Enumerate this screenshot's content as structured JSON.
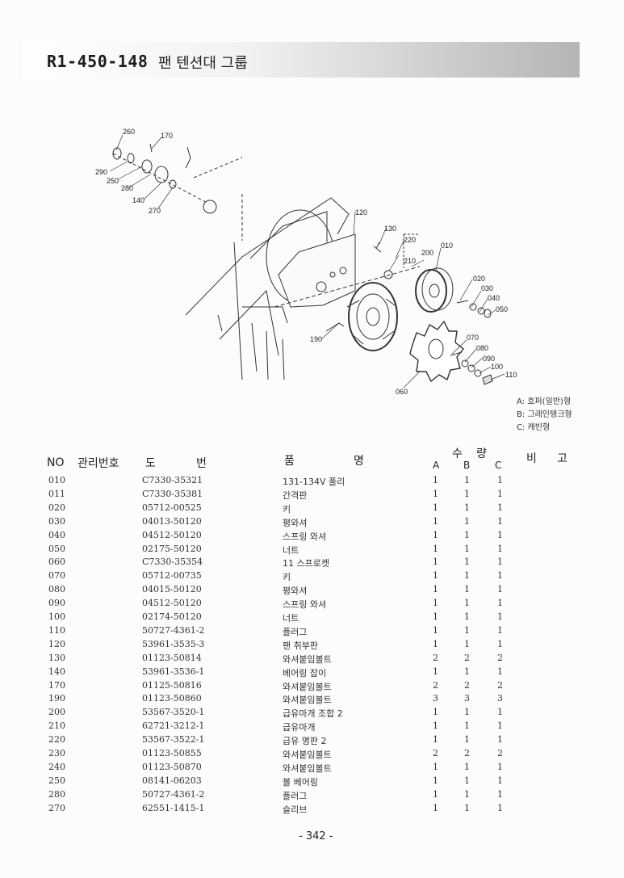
{
  "header": {
    "code": "R1-450-148",
    "title": "팬 텐션대 그룹"
  },
  "diagram": {
    "callouts": [
      "260",
      "170",
      "290",
      "250",
      "280",
      "140",
      "270",
      "120",
      "130",
      "220",
      "200",
      "010",
      "210",
      "020",
      "030",
      "040",
      "050",
      "190",
      "070",
      "080",
      "090",
      "100",
      "110",
      "060"
    ]
  },
  "legend": {
    "a": "A: 호퍼(일반)형",
    "b": "B: 그레인탱크형",
    "c": "C: 캐빈형"
  },
  "table": {
    "headers": {
      "no": "NO",
      "mgmt": "관리번호",
      "drawing_1": "도",
      "drawing_2": "번",
      "name_1": "품",
      "name_2": "명",
      "qty_1": "수",
      "qty_2": "량",
      "qa": "A",
      "qb": "B",
      "qc": "C",
      "remarks_1": "비",
      "remarks_2": "고"
    },
    "rows": [
      {
        "no": "010",
        "drawing": "C7330-35321",
        "name": "131-134V 풀리",
        "a": "1",
        "b": "1",
        "c": "1"
      },
      {
        "no": "011",
        "drawing": "C7330-35381",
        "name": "간격판",
        "a": "1",
        "b": "1",
        "c": "1"
      },
      {
        "no": "020",
        "drawing": "05712-00525",
        "name": "키",
        "a": "1",
        "b": "1",
        "c": "1"
      },
      {
        "no": "030",
        "drawing": "04013-50120",
        "name": "평와셔",
        "a": "1",
        "b": "1",
        "c": "1"
      },
      {
        "no": "040",
        "drawing": "04512-50120",
        "name": "스프링 와셔",
        "a": "1",
        "b": "1",
        "c": "1"
      },
      {
        "no": "050",
        "drawing": "02175-50120",
        "name": "너트",
        "a": "1",
        "b": "1",
        "c": "1"
      },
      {
        "no": "060",
        "drawing": "C7330-35354",
        "name": "11 스프로켓",
        "a": "1",
        "b": "1",
        "c": "1"
      },
      {
        "no": "070",
        "drawing": "05712-00735",
        "name": "키",
        "a": "1",
        "b": "1",
        "c": "1"
      },
      {
        "no": "080",
        "drawing": "04015-50120",
        "name": "평와셔",
        "a": "1",
        "b": "1",
        "c": "1"
      },
      {
        "no": "090",
        "drawing": "04512-50120",
        "name": "스프링 와셔",
        "a": "1",
        "b": "1",
        "c": "1"
      },
      {
        "no": "100",
        "drawing": "02174-50120",
        "name": "너트",
        "a": "1",
        "b": "1",
        "c": "1"
      },
      {
        "no": "110",
        "drawing": "50727-4361-2",
        "name": "플러그",
        "a": "1",
        "b": "1",
        "c": "1"
      },
      {
        "no": "120",
        "drawing": "53961-3535-3",
        "name": "팬 취부판",
        "a": "1",
        "b": "1",
        "c": "1"
      },
      {
        "no": "130",
        "drawing": "01123-50814",
        "name": "와셔붙임볼트",
        "a": "2",
        "b": "2",
        "c": "2"
      },
      {
        "no": "140",
        "drawing": "53961-3536-1",
        "name": "베어링 잡이",
        "a": "1",
        "b": "1",
        "c": "1"
      },
      {
        "no": "170",
        "drawing": "01125-50816",
        "name": "와셔붙임볼트",
        "a": "2",
        "b": "2",
        "c": "2"
      },
      {
        "no": "190",
        "drawing": "01123-50860",
        "name": "와셔붙임볼트",
        "a": "3",
        "b": "3",
        "c": "3"
      },
      {
        "no": "200",
        "drawing": "53567-3520-1",
        "name": "급유마개 조합 2",
        "a": "1",
        "b": "1",
        "c": "1"
      },
      {
        "no": "210",
        "drawing": "62721-3212-1",
        "name": "급유마개",
        "a": "1",
        "b": "1",
        "c": "1"
      },
      {
        "no": "220",
        "drawing": "53567-3522-1",
        "name": "급유 명판 2",
        "a": "1",
        "b": "1",
        "c": "1"
      },
      {
        "no": "230",
        "drawing": "01123-50855",
        "name": "와셔붙임볼트",
        "a": "2",
        "b": "2",
        "c": "2"
      },
      {
        "no": "240",
        "drawing": "01123-50870",
        "name": "와셔붙임볼트",
        "a": "1",
        "b": "1",
        "c": "1"
      },
      {
        "no": "250",
        "drawing": "08141-06203",
        "name": "볼 베어링",
        "a": "1",
        "b": "1",
        "c": "1"
      },
      {
        "no": "280",
        "drawing": "50727-4361-2",
        "name": "플러그",
        "a": "1",
        "b": "1",
        "c": "1"
      },
      {
        "no": "270",
        "drawing": "62551-1415-1",
        "name": "슬리브",
        "a": "1",
        "b": "1",
        "c": "1"
      }
    ]
  },
  "page_number": "- 342 -"
}
